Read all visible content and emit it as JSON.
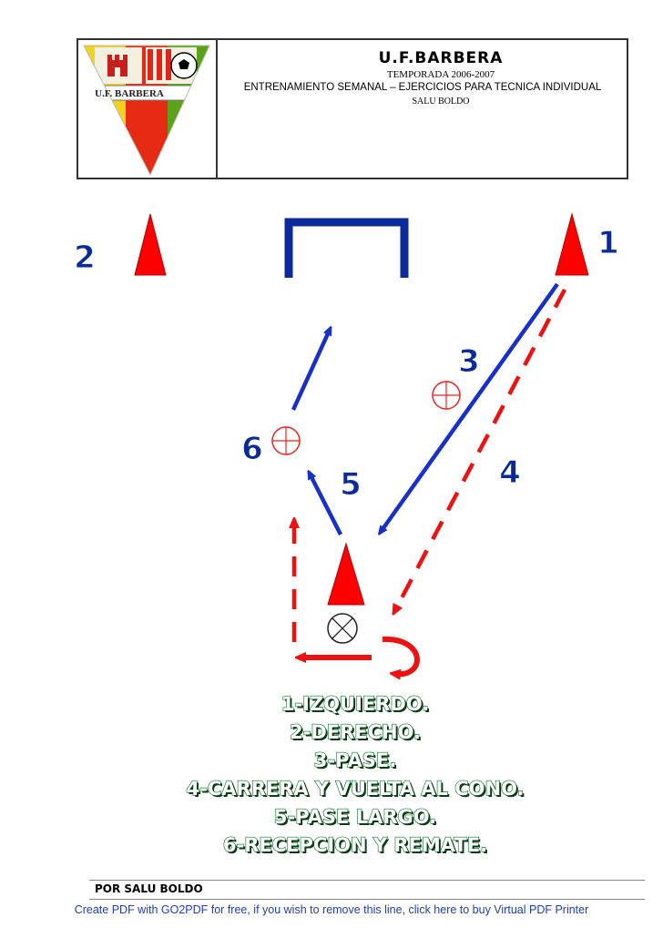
{
  "header": {
    "club_name": "U.F.BARBERA",
    "season": "TEMPORADA 2006-2007",
    "subtitle": "ENTRENAMIENTO SEMANAL – EJERCICIOS PARA TECNICA INDIVIDUAL",
    "author": "SALU BOLDO",
    "logo_text": "U.F. BARBERA"
  },
  "diagram": {
    "labels": [
      "1",
      "2",
      "3",
      "4",
      "5",
      "6"
    ],
    "colors": {
      "cone": "#ff0000",
      "goal": "#0a2a9a",
      "pass_arrow": "#1830c8",
      "run_arrow": "#ee1111",
      "number_fill": "#0a2a9a"
    }
  },
  "legend": {
    "items": [
      "1-IZQUIERDO.",
      "2-DERECHO.",
      "3-PASE.",
      "4-CARRERA Y VUELTA AL CONO.",
      "5-PASE LARGO.",
      "6-RECEPCION Y REMATE."
    ]
  },
  "footer": {
    "author": "POR SALU BOLDO",
    "pdf_banner": "Create PDF with GO2PDF for free, if you wish to remove this line, click here to buy Virtual PDF Printer"
  }
}
